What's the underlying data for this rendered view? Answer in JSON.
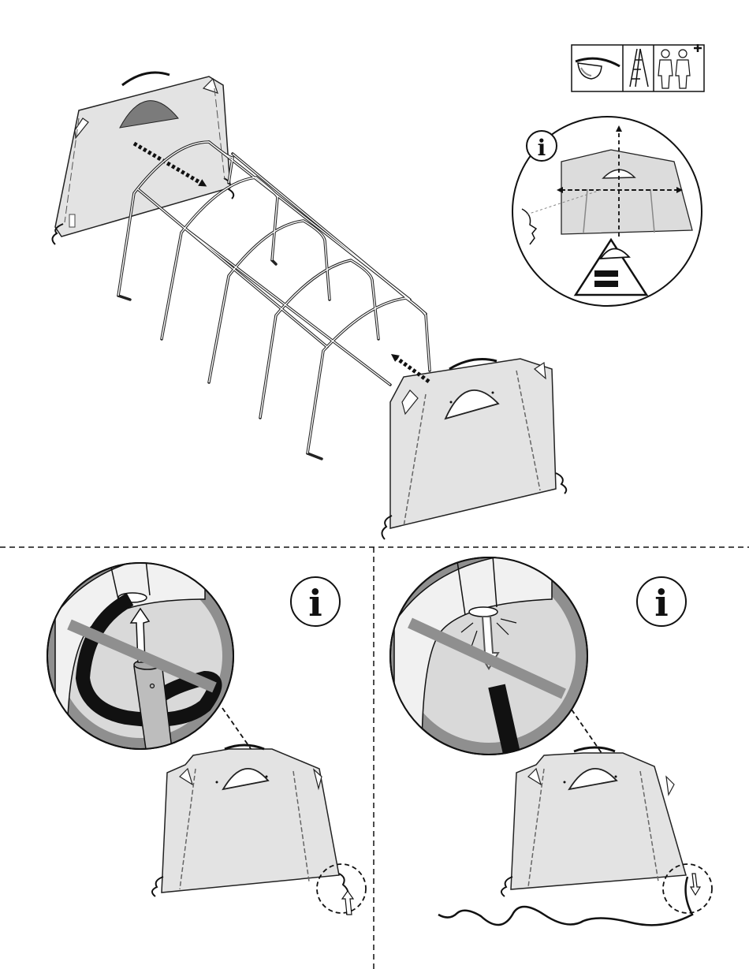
{
  "page": {
    "info_symbol": "i"
  },
  "toolbox_icons": [
    "safety-glasses-icon",
    "ladder-icon",
    "two-persons-plus-icon"
  ],
  "sections": [
    {
      "id": "top",
      "content": "front-and-rear-panel-installation-onto-frame"
    },
    {
      "id": "bottom-left",
      "content": "do-not-loop-bungee-cord"
    },
    {
      "id": "bottom-right",
      "content": "do-not-let-bungee-cord-hang"
    }
  ],
  "colors": {
    "panel_fill": "#e3e3e3",
    "ban_ring": "#8f8f8f",
    "ban_inner": "#d9d9d9",
    "line": "#111111"
  }
}
